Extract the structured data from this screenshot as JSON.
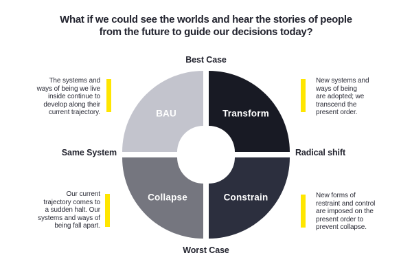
{
  "title": {
    "text": "What if we could see the worlds and hear the stories of people\nfrom the future to guide our decisions today?"
  },
  "axes": {
    "top": "Best Case",
    "bottom": "Worst Case",
    "left": "Same System",
    "right": "Radical shift"
  },
  "quadrants": [
    {
      "id": "bau",
      "label": "BAU",
      "color": "#c3c4cd",
      "position": "top-left",
      "description": "The systems and\nways of being we live\ninside continue to\ndevelop along their\ncurrent trajectory."
    },
    {
      "id": "transform",
      "label": "Transform",
      "color": "#181a24",
      "position": "top-right",
      "description": "New systems and\nways of being\nare adopted; we\ntranscend the\npresent order."
    },
    {
      "id": "collapse",
      "label": "Collapse",
      "color": "#75767f",
      "position": "bottom-left",
      "description": "Our current\ntrajectory comes to\na sudden halt. Our\nsystems and ways of\nbeing fall apart."
    },
    {
      "id": "constrain",
      "label": "Constrain",
      "color": "#2c2f3e",
      "position": "bottom-right",
      "description": "New forms of\nrestraint and control\nare imposed on the\npresent order to\nprevent collapse."
    }
  ],
  "colors": {
    "accent": "#ffe600",
    "text": "#23242f",
    "background": "#ffffff"
  }
}
